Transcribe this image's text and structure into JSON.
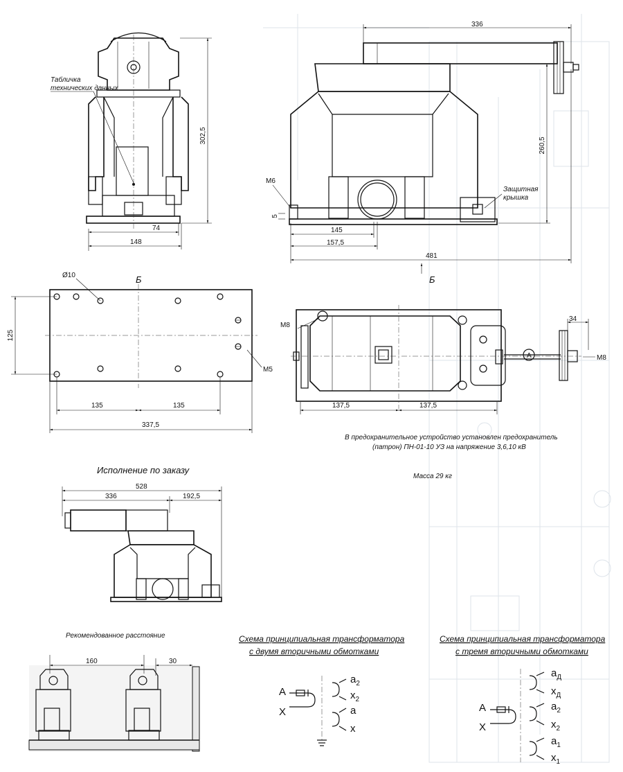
{
  "views": {
    "front": {
      "label_plate": [
        "Табличка",
        "технических данных"
      ],
      "dim_height": "302,5",
      "dim_74": "74",
      "dim_148": "148"
    },
    "side": {
      "dim_336": "336",
      "dim_260": "260,5",
      "label_m6": "M6",
      "dim_5": "5",
      "dim_145": "145",
      "dim_157": "157,5",
      "dim_481": "481",
      "label_cover": [
        "Защитная",
        "крышка"
      ],
      "section_b": "Б"
    },
    "plan_left": {
      "label_d10": "Ø10",
      "section_b": "Б",
      "dim_125": "125",
      "dim_135a": "135",
      "dim_135b": "135",
      "dim_337": "337,5",
      "label_m5": "M5"
    },
    "plan_right": {
      "label_m8_left": "M8",
      "dim_34": "34",
      "label_m8_right": "M8",
      "label_a": "A",
      "dim_137a": "137,5",
      "dim_137b": "137,5"
    }
  },
  "notes": {
    "fuse_line1": "В предохранительное устройство установлен предохранитель",
    "fuse_line2": "(патрон) ПН-01-10 УЗ на напряжение 3,6,10 кВ",
    "mass": "Масса 29 кг"
  },
  "custom": {
    "title": "Исполнение по заказу",
    "dim_528": "528",
    "dim_336": "336",
    "dim_192": "192,5"
  },
  "recommended": {
    "title": "Рекомендованное расстояние",
    "dim_160": "160",
    "dim_30": "30"
  },
  "scheme_two": {
    "title_line1": "Схема принципиальная трансформатора",
    "title_line2": "с двумя вторичными обмотками",
    "A": "A",
    "X": "X",
    "t1": "a",
    "t1_sub": "2",
    "t2": "x",
    "t2_sub": "2",
    "t3": "a",
    "t4": "x"
  },
  "scheme_three": {
    "title_line1": "Схема принципиальная трансформатора",
    "title_line2": "с тремя вторичными обмотками",
    "A": "A",
    "X": "X",
    "t1": "a",
    "t1_sub": "Д",
    "t2": "x",
    "t2_sub": "Д",
    "t3": "a",
    "t3_sub": "2",
    "t4": "x",
    "t4_sub": "2",
    "t5": "a",
    "t5_sub": "1",
    "t6": "x",
    "t6_sub": "1"
  }
}
